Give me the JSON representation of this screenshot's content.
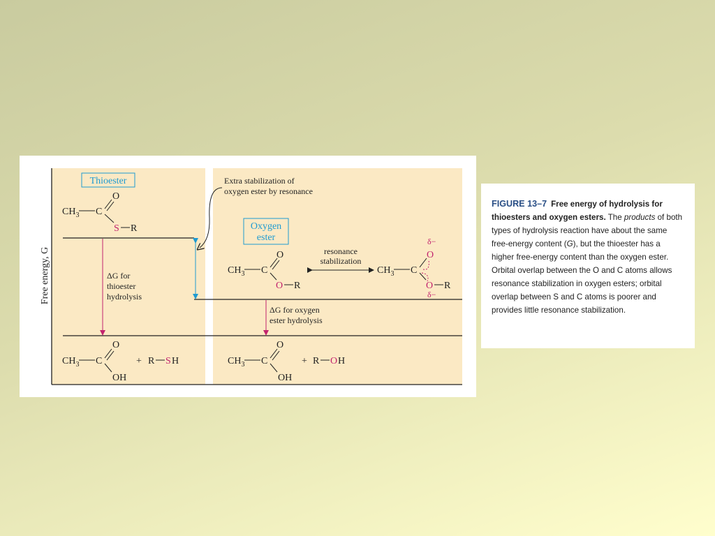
{
  "figure": {
    "y_axis_label": "Free energy, G",
    "thioester_box": "Thioester",
    "oxygen_box": [
      "Oxygen",
      "ester"
    ],
    "annotation": [
      "Extra stabilization of",
      "oxygen ester by resonance"
    ],
    "resonance_label": [
      "resonance",
      "stabilization"
    ],
    "dg_thioester": [
      "ΔG for",
      "thioester",
      "hydrolysis"
    ],
    "dg_oxygen": [
      "ΔG for oxygen",
      "ester hydrolysis"
    ],
    "atoms": {
      "O": "O",
      "S": "S",
      "C": "C",
      "CH": "CH",
      "sub3": "3",
      "R": "R",
      "OH": "OH",
      "SH": "SH",
      "plus": "+",
      "delta_minus": "δ−"
    },
    "colors": {
      "panel": "#fbe9c4",
      "highlight": "#c2236e",
      "box": "#1f9bd1",
      "line": "#222222"
    }
  },
  "caption": {
    "figure_number": "FIGURE 13–7",
    "title": "Free energy of hydrolysis for thioesters and oxygen esters.",
    "text_1": "The",
    "emphasis": "products",
    "text_2": "of both types of hydrolysis reaction have about the same free-energy content (",
    "g_symbol": "G",
    "text_3": "), but the thioester has a higher free-energy content than the oxygen ester. Orbital overlap between the O and C atoms allows resonance stabilization in oxygen esters; orbital overlap between S and C atoms is poorer and provides little resonance stabilization."
  }
}
